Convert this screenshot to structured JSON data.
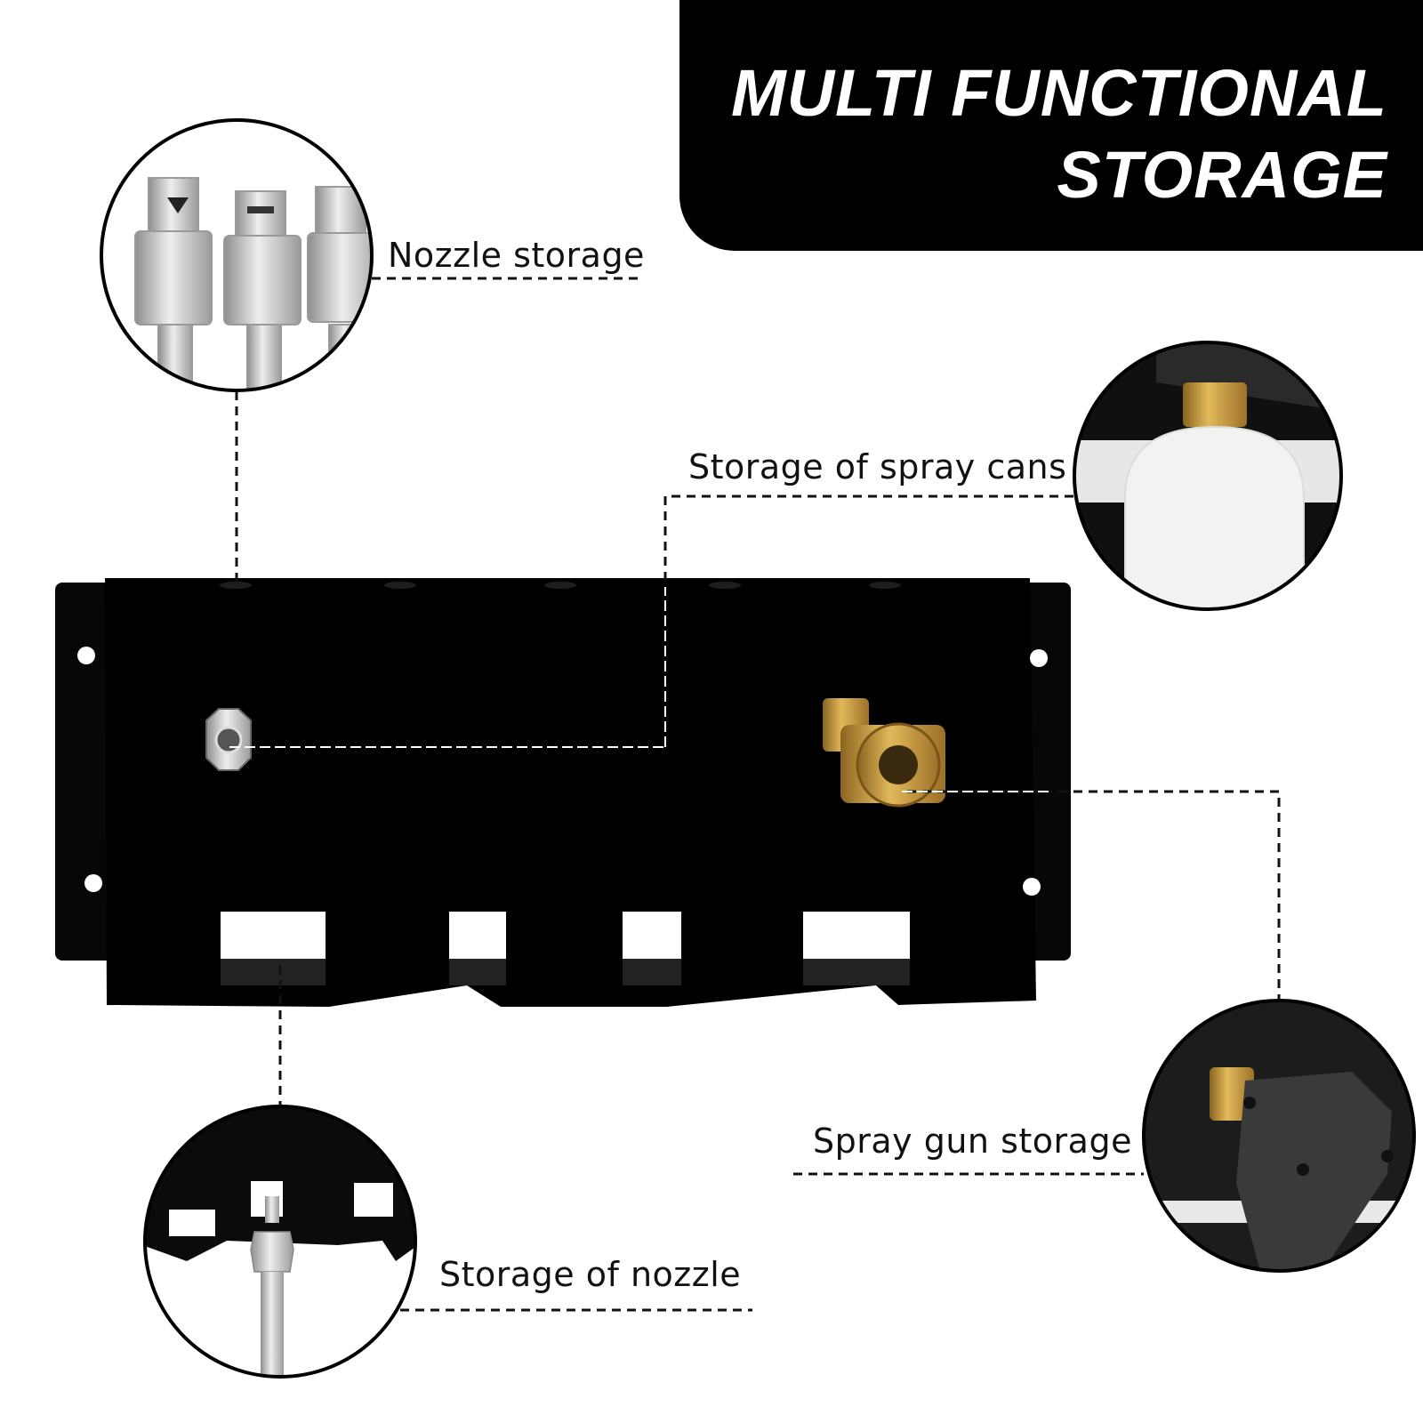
{
  "banner": {
    "line1": "MULTI FUNCTIONAL",
    "line2": "STORAGE"
  },
  "callouts": {
    "nozzle_storage": "Nozzle storage",
    "spray_cans": "Storage of spray cans",
    "spray_gun": "Spray gun storage",
    "storage_nozzle": "Storage of nozzle"
  },
  "colors": {
    "rack": "#0a0a0a",
    "brass": "#c99a3a",
    "steel": "#c8c8c8",
    "bottle": "#f4f4f2"
  }
}
